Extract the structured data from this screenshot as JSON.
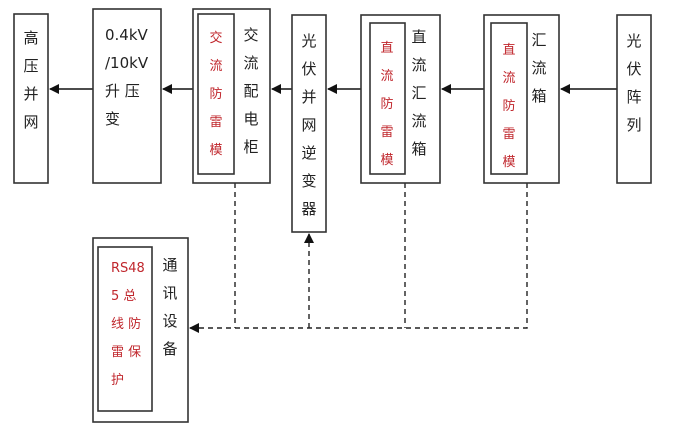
{
  "nodes": {
    "grid": {
      "label": [
        "高",
        "压",
        "并",
        "网"
      ]
    },
    "transformer": {
      "label": [
        "0.4kV",
        "/10kV",
        "升 压",
        "变"
      ]
    },
    "ac_cabinet": {
      "label": [
        "交",
        "流",
        "配",
        "电",
        "柜"
      ],
      "module": [
        "交",
        "流",
        "防",
        "雷",
        "模"
      ]
    },
    "inverter": {
      "label": [
        "光",
        "伏",
        "并",
        "网",
        "逆",
        "变",
        "器"
      ]
    },
    "dc_combiner": {
      "label": [
        "直",
        "流",
        "汇",
        "流",
        "箱"
      ],
      "module": [
        "直",
        "流",
        "防",
        "雷",
        "模"
      ]
    },
    "combiner": {
      "label": [
        "汇",
        "流",
        "箱"
      ],
      "module": [
        "直",
        "流",
        "防",
        "雷",
        "模"
      ]
    },
    "pv_array": {
      "label": [
        "光",
        "伏",
        "阵",
        "列"
      ]
    },
    "comm": {
      "label": [
        "通",
        "讯",
        "设",
        "备"
      ],
      "module": [
        "RS48",
        "5  总",
        "线 防",
        "雷 保",
        "护"
      ]
    }
  },
  "colors": {
    "module_text": "#c0272d",
    "line": "#111111"
  }
}
